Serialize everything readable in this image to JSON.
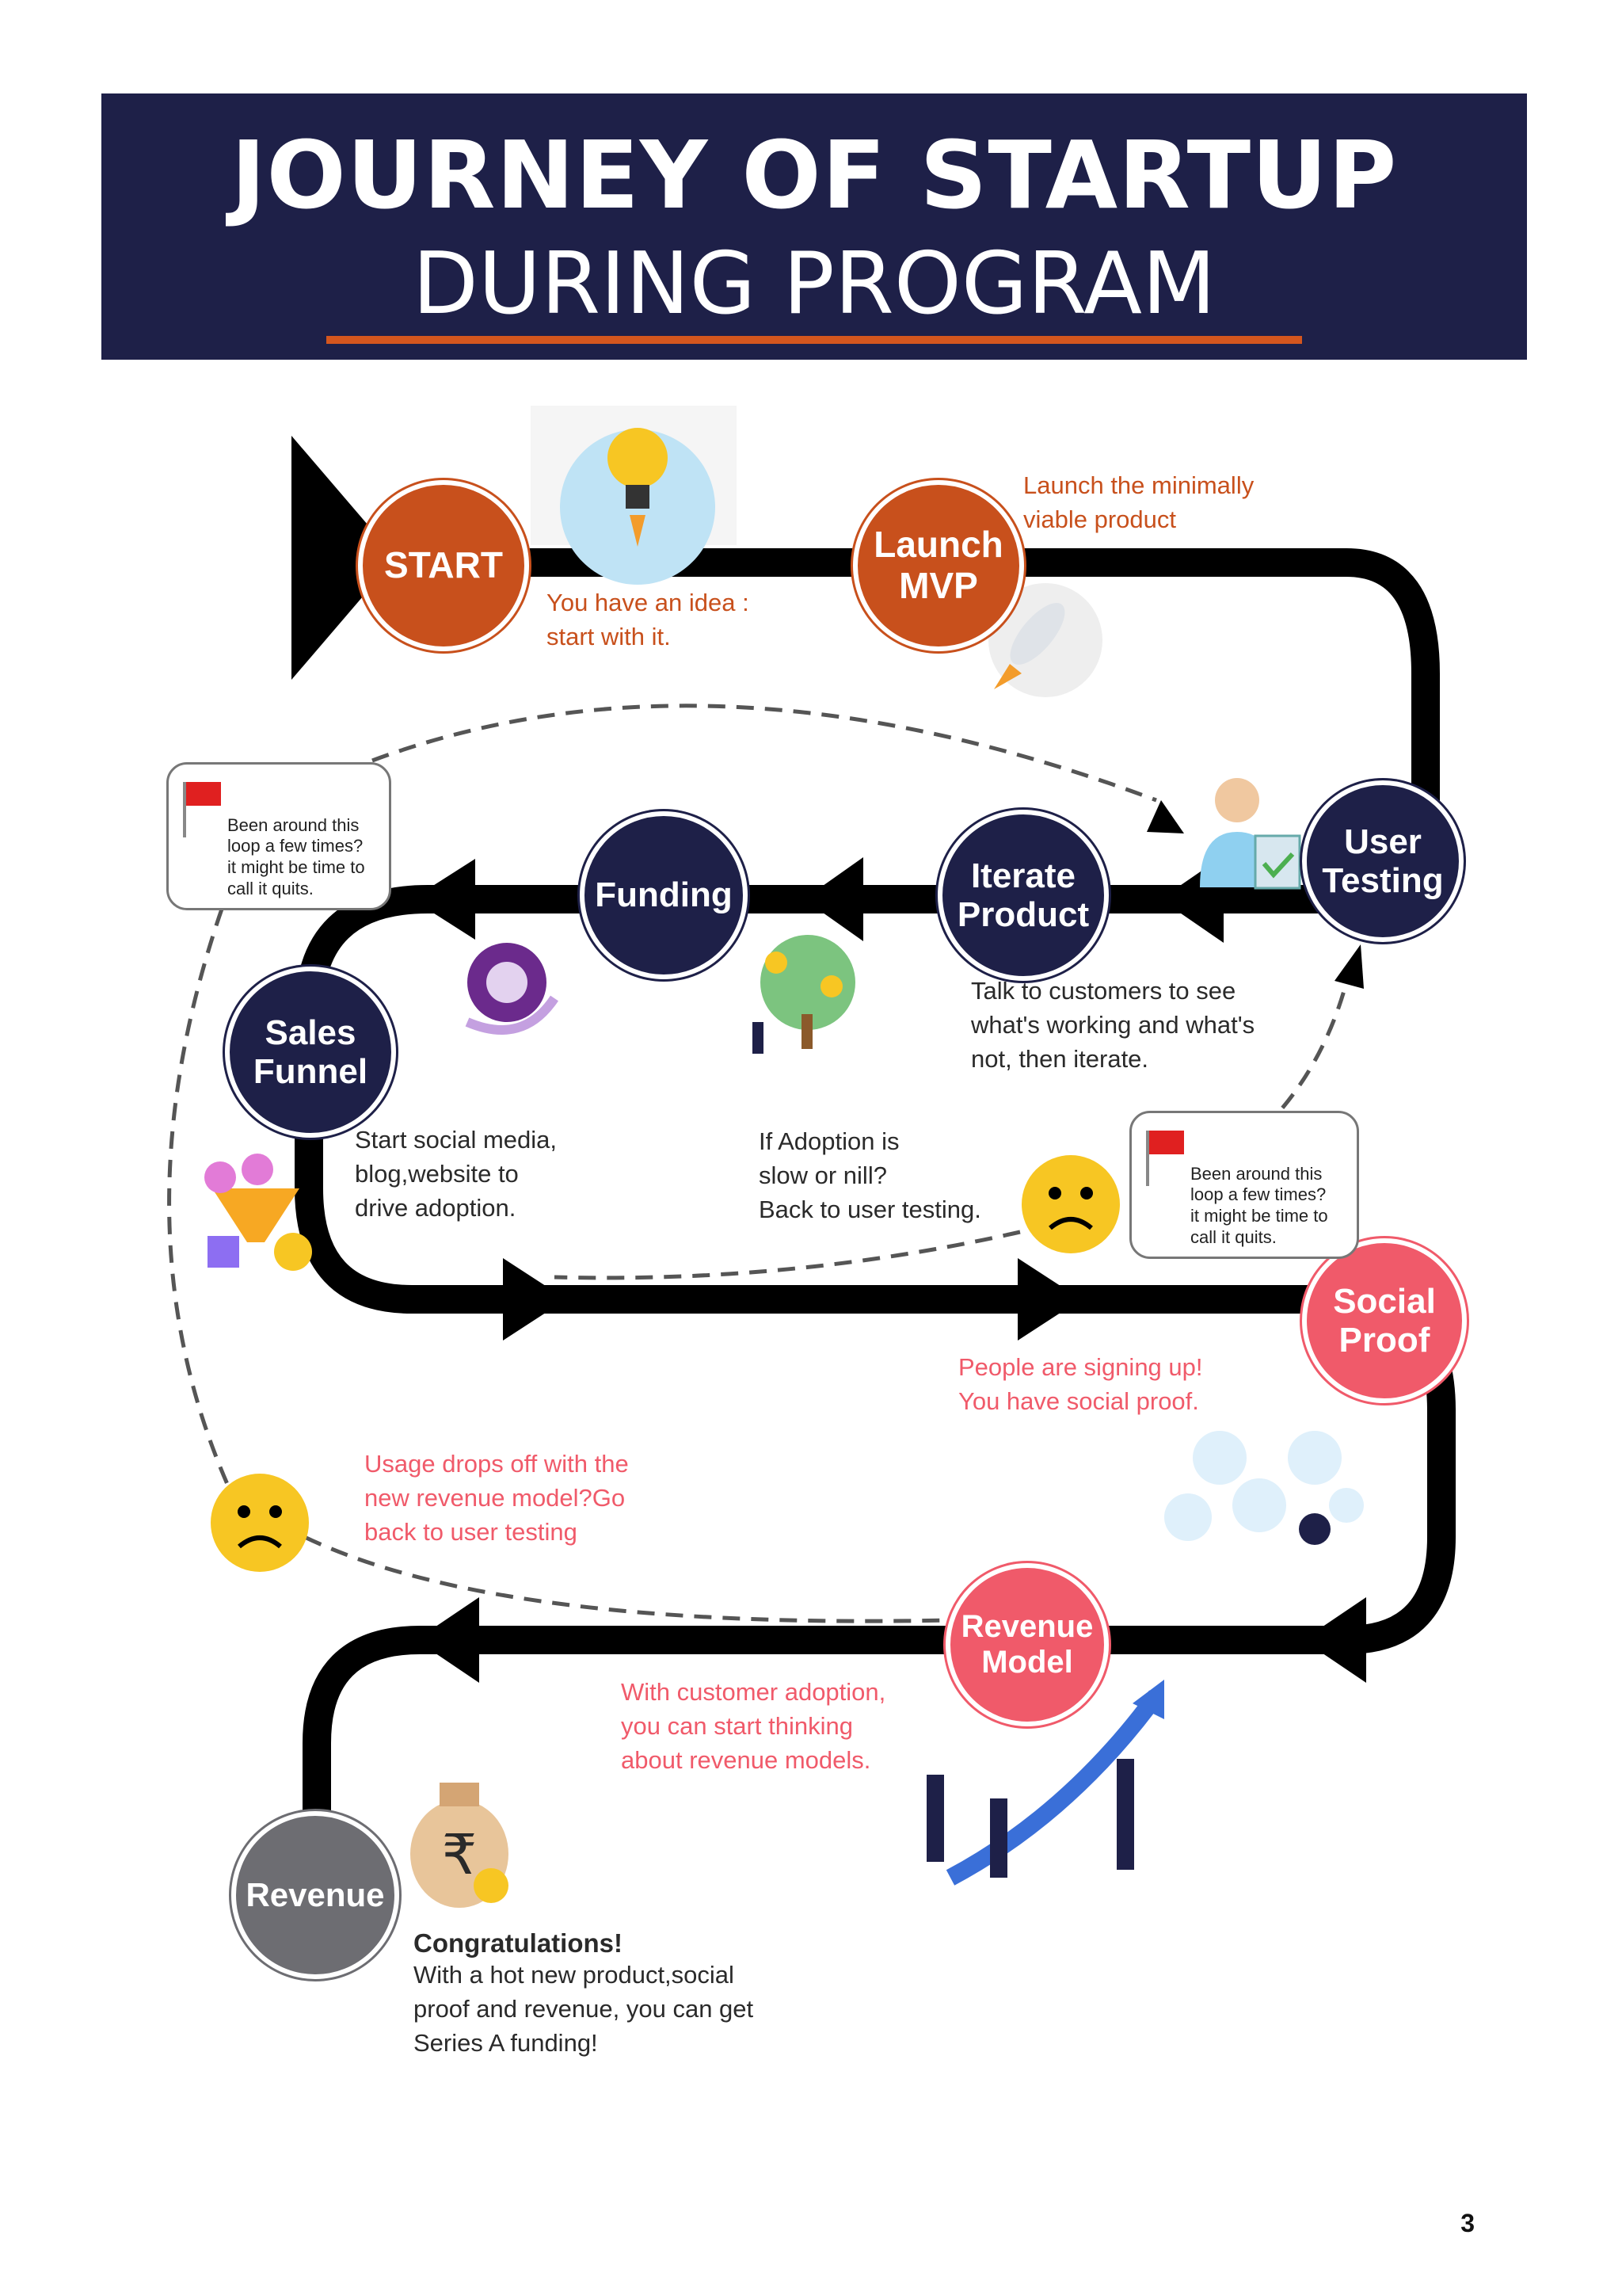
{
  "title": {
    "line1": "JOURNEY OF STARTUP",
    "line2": "DURING PROGRAM"
  },
  "colors": {
    "navy": "#1e2048",
    "orange": "#c8501c",
    "pink": "#f05a6a",
    "grey": "#6d6d72",
    "smiley": "#f7c623"
  },
  "nodes": {
    "start": "START",
    "launch_mvp": "Launch\nMVP",
    "user_testing": "User\nTesting",
    "iterate_product": "Iterate\nProduct",
    "funding": "Funding",
    "sales_funnel": "Sales\nFunnel",
    "social_proof": "Social\nProof",
    "revenue_model": "Revenue\nModel",
    "revenue": "Revenue"
  },
  "captions": {
    "idea": "You have an idea :\nstart with it.",
    "launch": "Launch the minimally\nviable product",
    "talk": "Talk to customers to see\nwhat's working and what's\nnot, then iterate.",
    "social_media": "Start social media,\nblog,website to\ndrive adoption.",
    "adoption": "If Adoption is\nslow or nill?\nBack to user testing.",
    "signing": "People are signing up!\nYou have social proof.",
    "usage": "Usage drops off with the\nnew revenue model?Go\nback to user testing",
    "customer": "With customer adoption,\nyou can start thinking\nabout revenue models.",
    "congrats_title": "Congratulations!",
    "congrats_body": "With a hot new product,social\nproof and revenue, you can get\nSeries A funding!"
  },
  "bubbles": {
    "left": "Been around this\nloop a few times?\nit might be time to\ncall it quits.",
    "right": "Been around this\nloop a few times?\nit might be time to\ncall it quits."
  },
  "icons": [
    "lightbulb-icon",
    "rocket-icon",
    "user-checklist-icon",
    "money-tree-icon",
    "target-icon",
    "funnel-icon",
    "social-network-icon",
    "growth-arrow-icon",
    "money-bag-icon",
    "sad-face-icon"
  ],
  "page_number": "3"
}
